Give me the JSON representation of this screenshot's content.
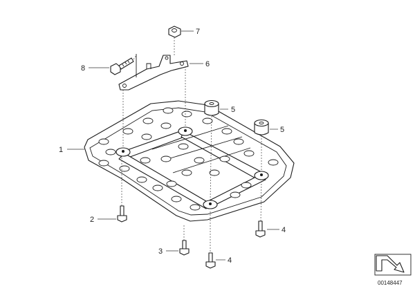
{
  "diagram": {
    "callouts": [
      {
        "id": "c1",
        "label": "1"
      },
      {
        "id": "c2",
        "label": "2"
      },
      {
        "id": "c3",
        "label": "3"
      },
      {
        "id": "c4a",
        "label": "4"
      },
      {
        "id": "c4b",
        "label": "4"
      },
      {
        "id": "c5a",
        "label": "5"
      },
      {
        "id": "c5b",
        "label": "5"
      },
      {
        "id": "c6",
        "label": "6"
      },
      {
        "id": "c7",
        "label": "7"
      },
      {
        "id": "c8",
        "label": "8"
      }
    ],
    "diagram_number": "00148447"
  },
  "colors": {
    "line": "#1a1a1a",
    "background": "#ffffff"
  }
}
